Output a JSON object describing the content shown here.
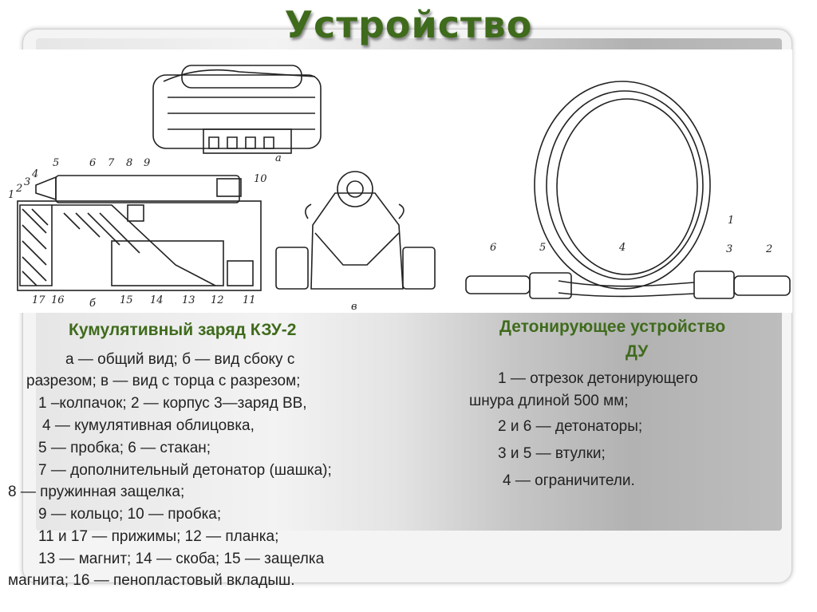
{
  "slide": {
    "title": "Устройство"
  },
  "left_figure": {
    "view_labels": [
      "а",
      "б",
      "в"
    ],
    "callouts": [
      "1",
      "2",
      "3",
      "4",
      "5",
      "6",
      "7",
      "8",
      "9",
      "10",
      "11",
      "12",
      "13",
      "14",
      "15",
      "16",
      "17"
    ]
  },
  "right_figure": {
    "callouts": [
      "1",
      "2",
      "3",
      "4",
      "5",
      "6"
    ]
  },
  "left_caption": {
    "heading": "Кумулятивный заряд КЗУ-2",
    "lines": [
      "а — общий вид; б — вид сбоку с",
      "разрезом; в — вид с торца с разрезом;",
      "1 –колпачок;  2 — корпус 3—заряд ВВ,",
      "4 — кумулятивная облицовка,",
      "5 — пробка; 6 — стакан;",
      "7 — дополнительный детонатор (шашка);",
      "8 — пружинная защелка;",
      "9 — кольцо;  10 — пробка;",
      "11 и 17 — прижимы; 12 — планка;",
      "13 — магнит; 14 — скоба; 15 — защелка",
      "магнита; 16 — пенопластовый вкладыш."
    ]
  },
  "right_caption": {
    "heading_line1": "Детонирующее устройство",
    "heading_line2": "ДУ",
    "lines": [
      "1 — отрезок детонирующего",
      "шнура длиной 500 мм;",
      "2 и 6 — детонаторы;",
      "3 и 5 — втулки;",
      "4 — ограничители."
    ]
  },
  "colors": {
    "title": "#3f6b1c",
    "heading": "#3f6b1c",
    "text": "#222222"
  }
}
